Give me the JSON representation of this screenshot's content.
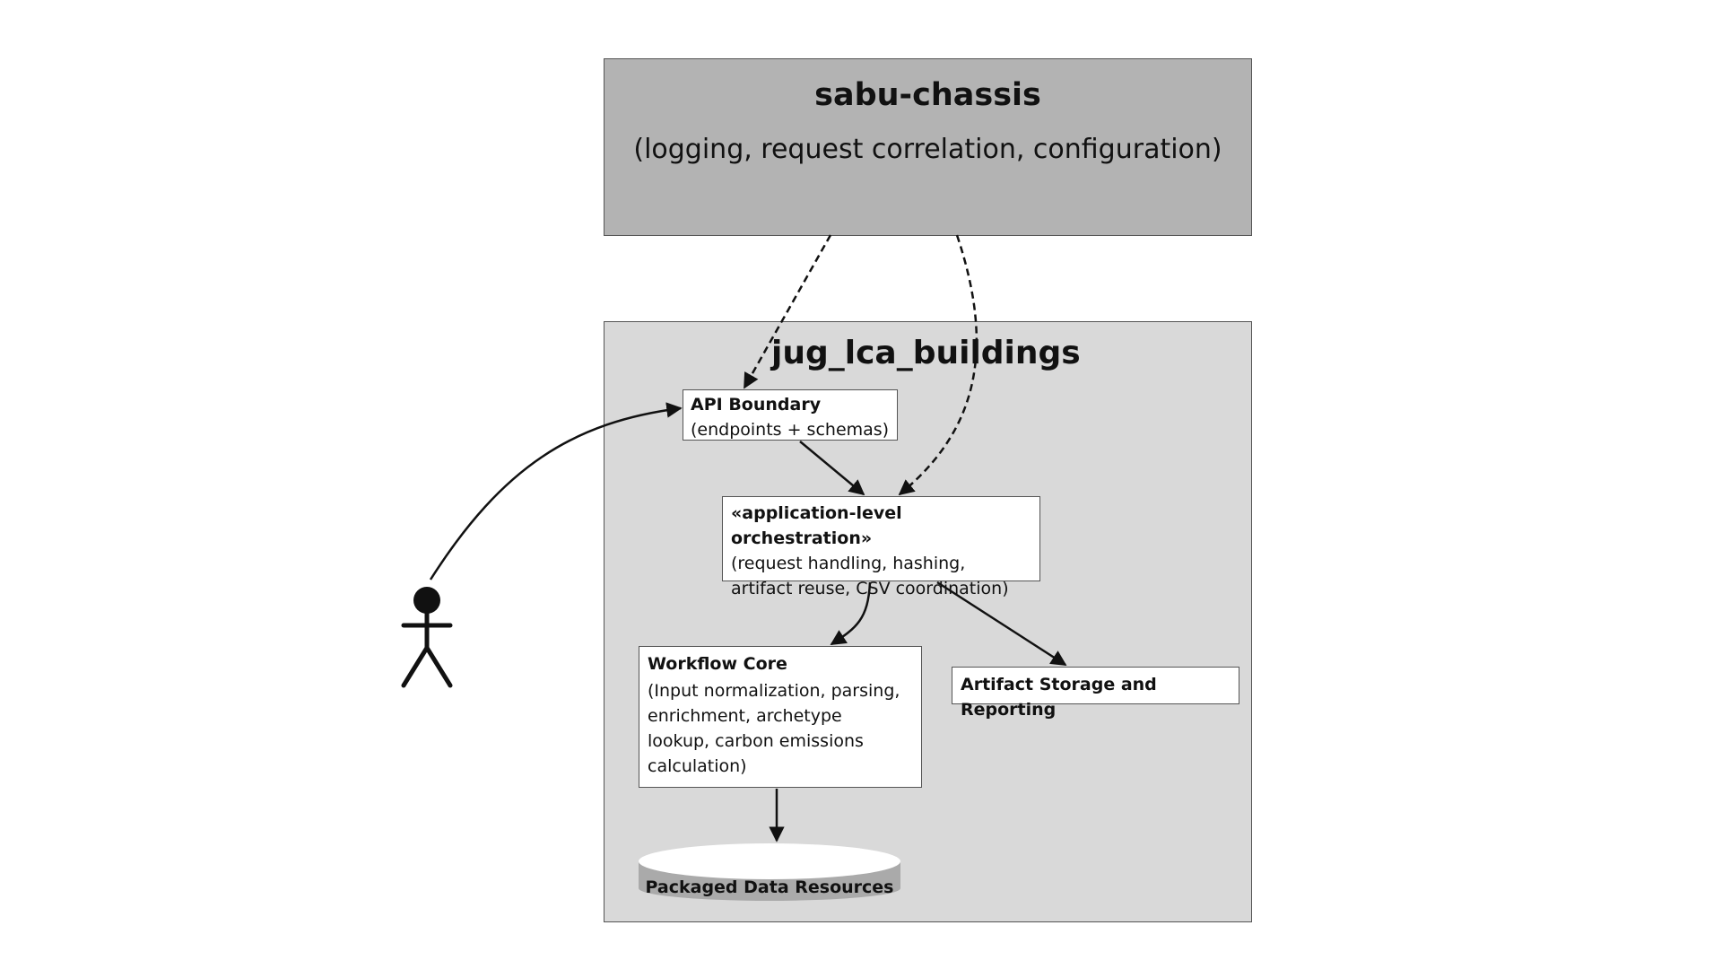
{
  "chassis": {
    "title": "sabu-chassis",
    "subtitle": "(logging, request correlation, configuration)"
  },
  "app": {
    "title": "jug_lca_buildings"
  },
  "api": {
    "title": "API Boundary",
    "lines": [
      "(endpoints + schemas)"
    ]
  },
  "orchestration": {
    "title": "«application-level orchestration»",
    "lines": [
      "(request handling, hashing,",
      "artifact reuse, CSV coordination)"
    ]
  },
  "workflow": {
    "title": "Workflow Core",
    "lines": [
      "(Input normalization, parsing,",
      "enrichment, archetype",
      "lookup, carbon emissions",
      "calculation)"
    ]
  },
  "artifact": {
    "title": "Artifact Storage and Reporting"
  },
  "data_resources": {
    "label": "Packaged Data Resources"
  },
  "colors": {
    "chassis_fill": "#b3b3b3",
    "app_fill": "#d9d9d9",
    "node_fill": "#ffffff",
    "stroke": "#111111"
  },
  "icons": {
    "actor": "stick-figure-actor-icon",
    "datastore": "cylinder-database-icon"
  }
}
